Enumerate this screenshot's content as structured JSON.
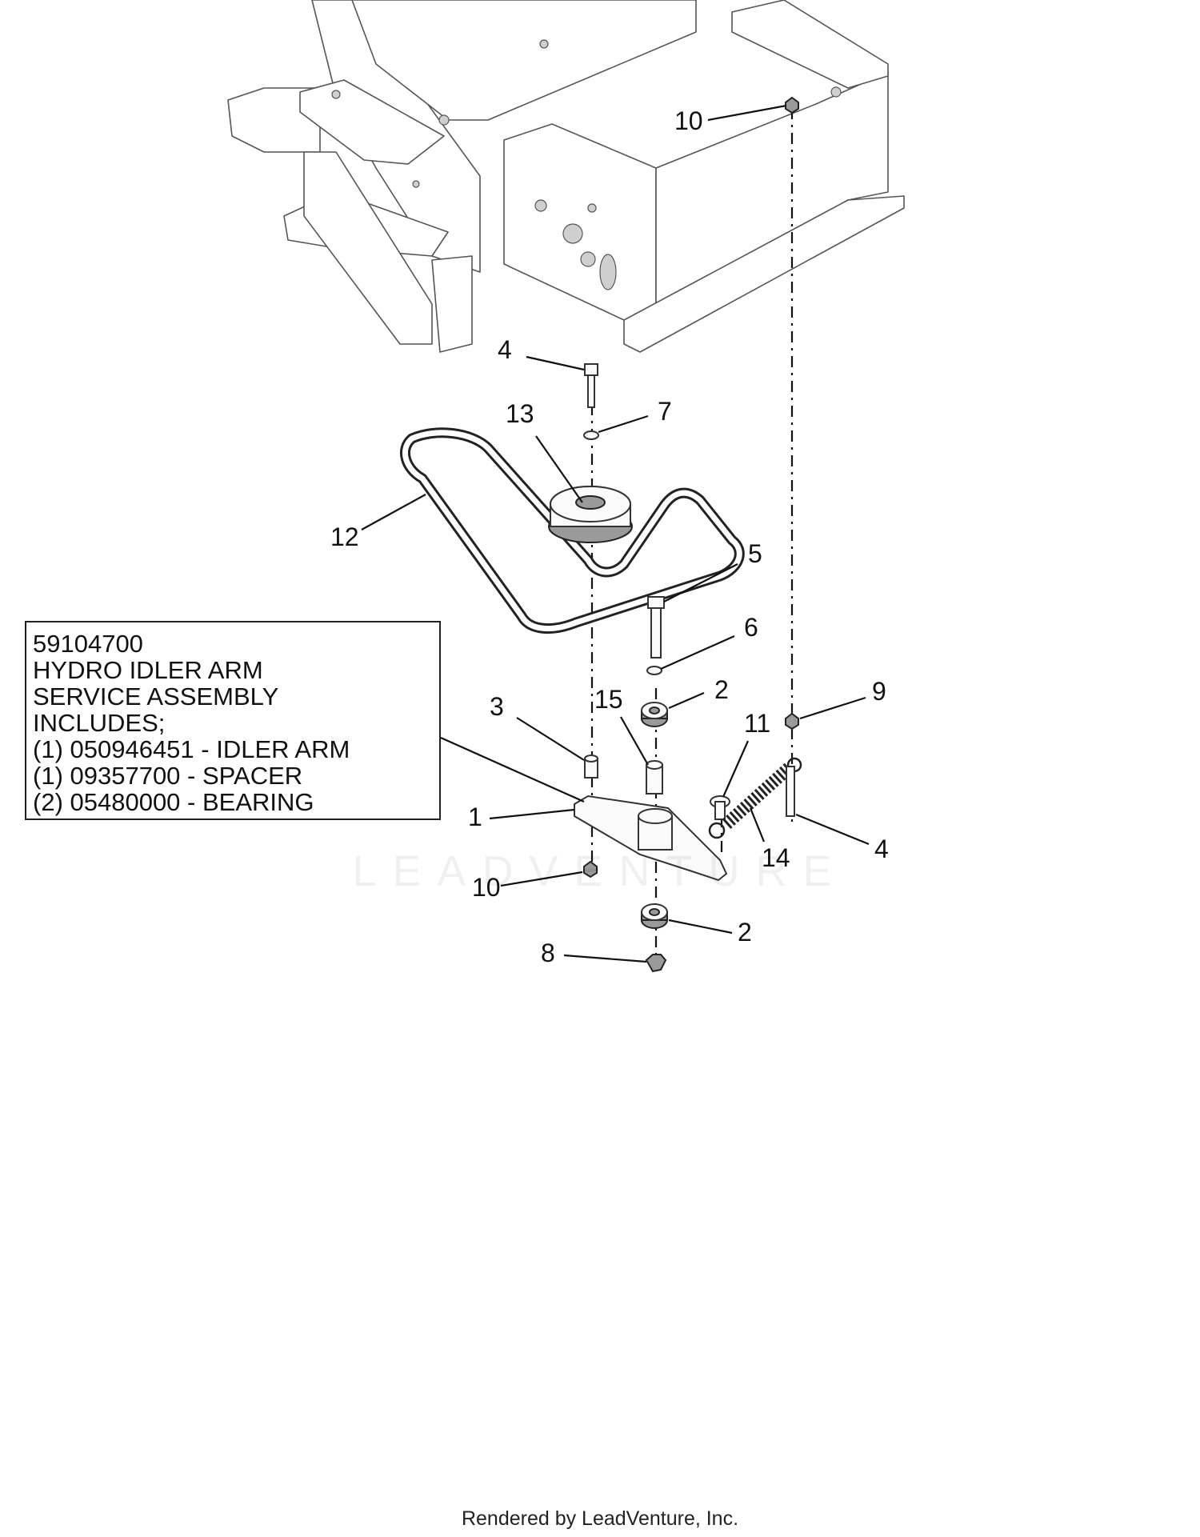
{
  "assembly_box": {
    "lines": [
      "59104700",
      "HYDRO IDLER ARM",
      "SERVICE ASSEMBLY",
      "INCLUDES;",
      "(1) 050946451 - IDLER ARM",
      "(1) 09357700 - SPACER",
      "(2) 05480000 - BEARING"
    ]
  },
  "callouts": {
    "c10_top": "10",
    "c4_top": "4",
    "c7": "7",
    "c13": "13",
    "c12": "12",
    "c5": "5",
    "c6": "6",
    "c2_top": "2",
    "c9": "9",
    "c3": "3",
    "c15": "15",
    "c11": "11",
    "c1": "1",
    "c4_right": "4",
    "c14": "14",
    "c10_bottom": "10",
    "c2_bottom": "2",
    "c8": "8"
  },
  "watermark": "LEADVENTURE",
  "footer": "Rendered by LeadVenture, Inc."
}
